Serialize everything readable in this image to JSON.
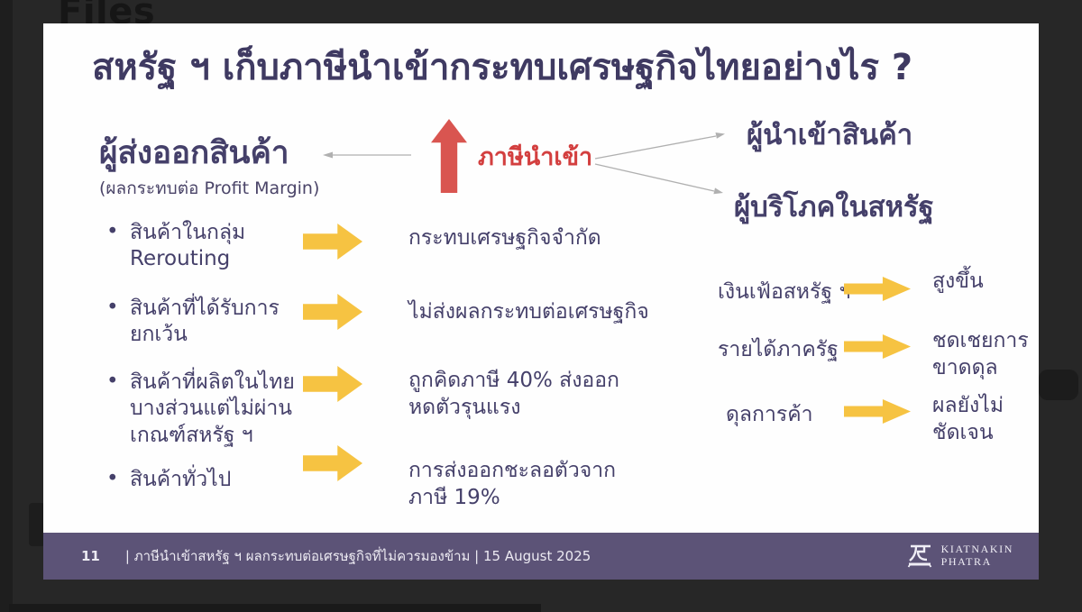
{
  "background": {
    "files_label": "Files"
  },
  "slide": {
    "title": "สหรัฐ ฯ เก็บภาษีนำเข้ากระทบเศรษฐกิจไทยอย่างไร ?",
    "diagram": {
      "tariff_label": "ภาษีนำเข้า",
      "exporter_heading": "ผู้ส่งออกสินค้า",
      "exporter_subheading": "(ผลกระทบต่อ Profit Margin)",
      "importer_heading": "ผู้นำเข้าสินค้า",
      "consumer_heading": "ผู้บริโภคในสหรัฐ"
    },
    "export_items": [
      {
        "label": "สินค้าในกลุ่ม\nRerouting",
        "impact": "กระทบเศรษฐกิจจำกัด"
      },
      {
        "label": "สินค้าที่ได้รับการ\nยกเว้น",
        "impact": "ไม่ส่งผลกระทบต่อเศรษฐกิจ"
      },
      {
        "label": "สินค้าที่ผลิตในไทย\nบางส่วนแต่ไม่ผ่าน\nเกณฑ์สหรัฐ ฯ",
        "impact": "ถูกคิดภาษี 40% ส่งออก\nหดตัวรุนแรง"
      },
      {
        "label": "สินค้าทั่วไป",
        "impact": "การส่งออกชะลอตัวจาก\nภาษี 19%"
      }
    ],
    "us_effects": [
      {
        "label": "เงินเฟ้อสหรัฐ ฯ",
        "result": "สูงขึ้น"
      },
      {
        "label": "รายได้ภาครัฐ",
        "result": "ชดเชยการ\nขาดดุล"
      },
      {
        "label": "ดุลการค้า",
        "result": "ผลยังไม่\nชัดเจน"
      }
    ],
    "footer": {
      "page_number": "11",
      "caption": "| ภาษีนำเข้าสหรัฐ ฯ ผลกระทบต่อเศรษฐกิจที่ไม่ควรมองข้าม | 15 August 2025",
      "brand_line1": "KIATNAKIN",
      "brand_line2": "PHATRA"
    }
  },
  "colors": {
    "accent_red": "#d95550",
    "accent_yellow": "#f6c342",
    "text_purple": "#45406a",
    "footer_purple": "#5c5377",
    "viewer_background": "#272727"
  }
}
